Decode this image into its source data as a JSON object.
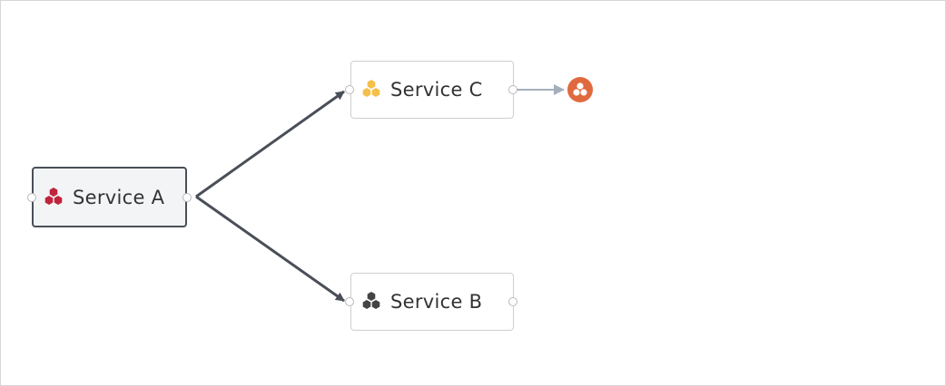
{
  "colors": {
    "service_a_icon": "#c0243c",
    "service_b_icon": "#444444",
    "service_c_icon": "#f4c04a",
    "terminal": "#e06a3e",
    "edge_dark": "#4a4f57",
    "edge_light": "#a5aebc"
  },
  "nodes": {
    "service_a": {
      "label": "Service A",
      "icon": "hexagon-cluster-icon"
    },
    "service_b": {
      "label": "Service B",
      "icon": "hexagon-cluster-icon"
    },
    "service_c": {
      "label": "Service C",
      "icon": "hexagon-cluster-icon"
    }
  },
  "terminal": {
    "icon": "circles-cluster-icon"
  },
  "edges": [
    {
      "from": "Service A",
      "to": "Service C"
    },
    {
      "from": "Service A",
      "to": "Service B"
    },
    {
      "from": "Service C",
      "to": "terminal"
    }
  ]
}
